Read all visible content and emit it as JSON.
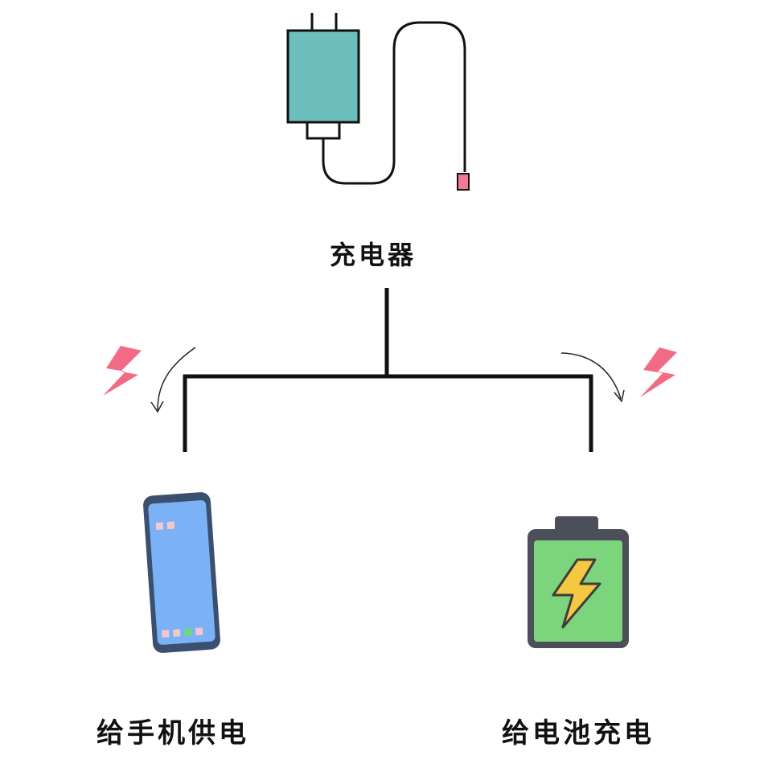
{
  "labels": {
    "charger": "充电器",
    "phone_power": "给手机供电",
    "battery_charge": "给电池充电"
  },
  "icons": {
    "charger": "charger-icon",
    "phone": "smartphone-icon",
    "battery": "battery-charging-icon",
    "lightning": "lightning-bolt-icon"
  },
  "colors": {
    "charger_body": "#6cbfbd",
    "phone_screen": "#7ab2f5",
    "phone_frame": "#3b4f6e",
    "battery_body": "#7cd47c",
    "battery_bolt": "#f5c842",
    "lightning": "#f26b86",
    "plug_tip": "#f27a96",
    "line": "#111111"
  }
}
